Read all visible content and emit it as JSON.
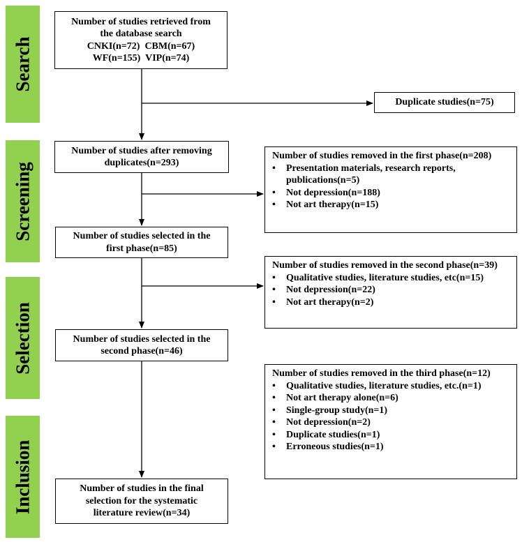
{
  "phases": [
    {
      "id": "search",
      "label": "Search"
    },
    {
      "id": "screening",
      "label": "Screening"
    },
    {
      "id": "selection",
      "label": "Selection"
    },
    {
      "id": "inclusion",
      "label": "Inclusion"
    }
  ],
  "boxes": {
    "retrieved": {
      "lines": [
        "Number of studies retrieved from",
        "the database search",
        "CNKI(n=72)  CBM(n=67)",
        "WF(n=155)  VIP(n=74)"
      ]
    },
    "duplicates_removed": {
      "lines": [
        "Duplicate studies(n=75)"
      ]
    },
    "after_duplicates": {
      "lines": [
        "Number of studies after removing",
        "duplicates(n=293)"
      ]
    },
    "first_phase_selected": {
      "lines": [
        "Number of studies selected in the",
        "first phase(n=85)"
      ]
    },
    "second_phase_selected": {
      "lines": [
        "Number of studies selected in the",
        "second phase(n=46)"
      ]
    },
    "final_selection": {
      "lines": [
        "Number of studies in the final",
        "selection for the systematic",
        "literature review(n=34)"
      ]
    },
    "first_phase_removed": {
      "title": "Number of studies removed in the first phase(n=208)",
      "items": [
        "Presentation materials, research reports, publications(n=5)",
        "Not depression(n=188)",
        "Not art therapy(n=15)"
      ]
    },
    "second_phase_removed": {
      "title": "Number of studies removed in the second phase(n=39)",
      "items": [
        "Qualitative studies, literature studies, etc(n=15)",
        "Not depression(n=22)",
        "Not art therapy(n=2)"
      ]
    },
    "third_phase_removed": {
      "title": "Number of studies removed in the third phase(n=12)",
      "items": [
        "Qualitative studies, literature studies, etc.(n=1)",
        "Not art therapy alone(n=6)",
        "Single-group study(n=1)",
        "Not depression(n=2)",
        "Duplicate studies(n=1)",
        "Erroneous studies(n=1)"
      ]
    }
  }
}
